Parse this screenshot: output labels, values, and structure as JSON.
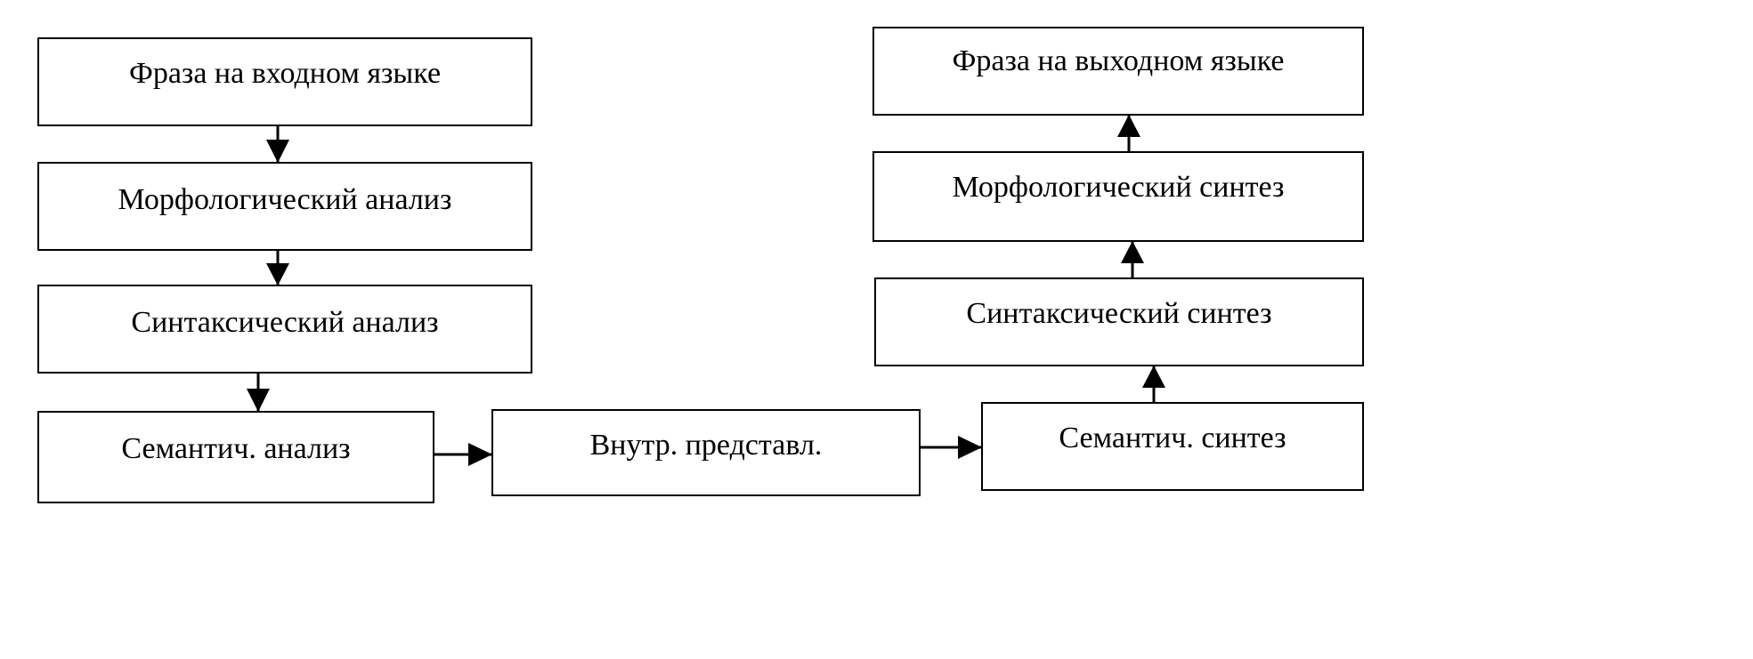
{
  "diagram": {
    "colors": {
      "line": "#000000",
      "background": "#ffffff"
    },
    "nodes": {
      "input_phrase": "Фраза на входном языке",
      "morph_analysis": "Морфологический анализ",
      "syntax_analysis": "Синтаксический анализ",
      "semantic_analysis": "Семантич. анализ",
      "internal_repr": "Внутр. представл.",
      "semantic_synthesis": "Семантич. синтез",
      "syntax_synthesis": "Синтаксический синтез",
      "morph_synthesis": "Морфологический синтез",
      "output_phrase": "Фраза на выходном языке"
    },
    "edges": [
      {
        "from": "input_phrase",
        "to": "morph_analysis"
      },
      {
        "from": "morph_analysis",
        "to": "syntax_analysis"
      },
      {
        "from": "syntax_analysis",
        "to": "semantic_analysis"
      },
      {
        "from": "semantic_analysis",
        "to": "internal_repr"
      },
      {
        "from": "internal_repr",
        "to": "semantic_synthesis"
      },
      {
        "from": "semantic_synthesis",
        "to": "syntax_synthesis"
      },
      {
        "from": "syntax_synthesis",
        "to": "morph_synthesis"
      },
      {
        "from": "morph_synthesis",
        "to": "output_phrase"
      }
    ]
  }
}
